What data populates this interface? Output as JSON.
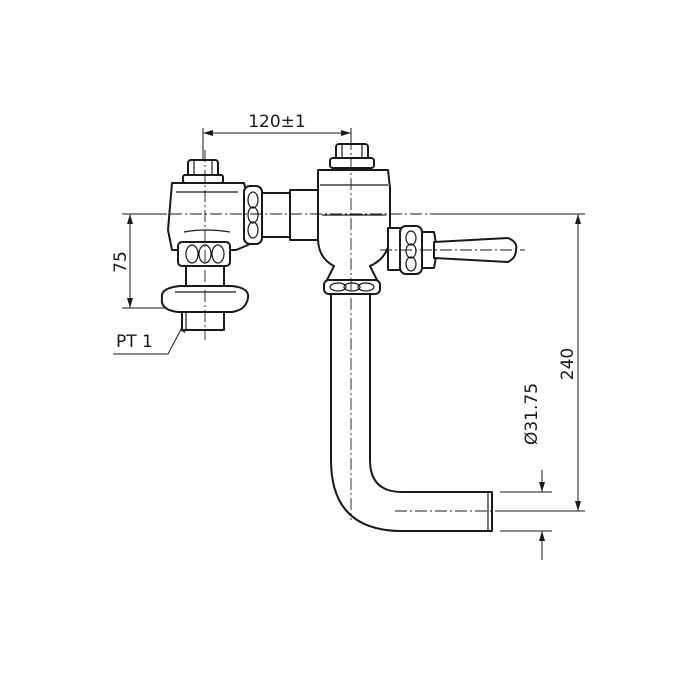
{
  "dimensions": {
    "width_spacing": "120±1",
    "height_left": "75",
    "height_total": "240",
    "pipe_diameter": "Ø31.75",
    "thread": "PT 1"
  },
  "colors": {
    "line": "#1a1a1a",
    "background": "#ffffff"
  }
}
